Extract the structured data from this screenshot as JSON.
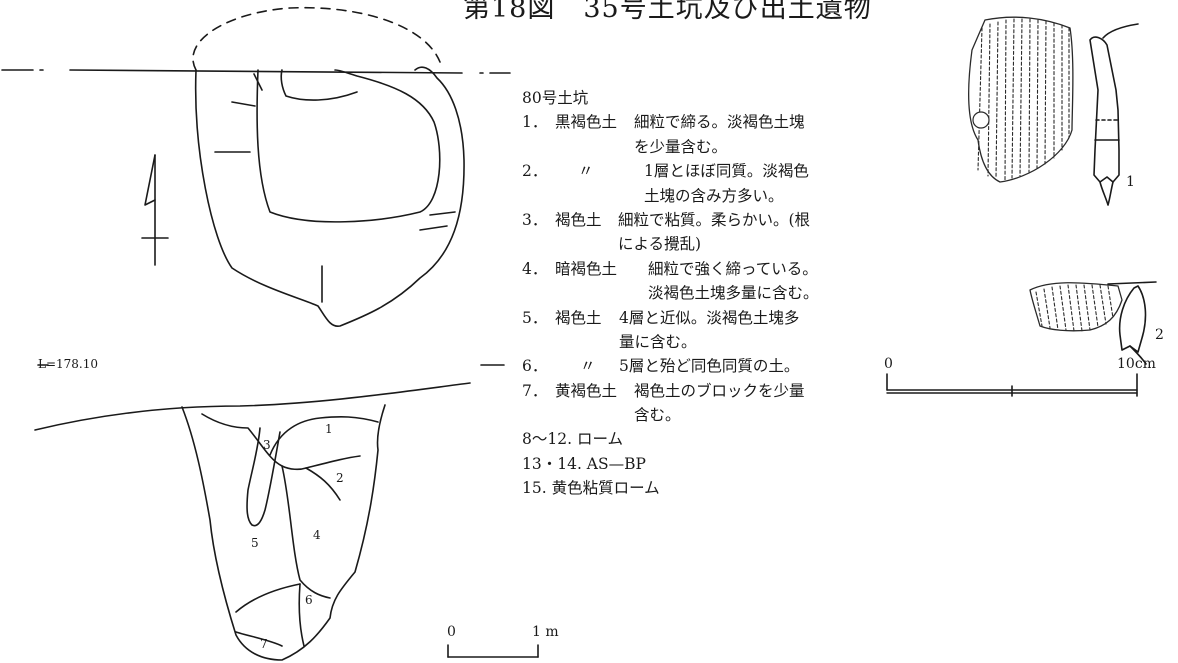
{
  "figure": {
    "title": "第18図　35号土坑及び出土遺物",
    "level_label": "L=178.10",
    "section_layer_labels": [
      "1",
      "2",
      "3",
      "4",
      "5",
      "6",
      "7"
    ],
    "legend": {
      "heading": "80号土坑",
      "entries": [
        {
          "no": "1．",
          "soil": "黒褐色土",
          "desc1": "細粒で締る。淡褐色土塊",
          "desc2": "を少量含む。"
        },
        {
          "no": "2．",
          "soil": "〃",
          "desc1": "1層とほぼ同質。淡褐色",
          "desc2": "土塊の含み方多い。"
        },
        {
          "no": "3．",
          "soil": "褐色土",
          "desc1": "細粒で粘質。柔らかい。(根",
          "desc2": "による攪乱)"
        },
        {
          "no": "4．",
          "soil": "暗褐色土",
          "desc1": "細粒で強く締っている。",
          "desc2": "淡褐色土塊多量に含む。"
        },
        {
          "no": "5．",
          "soil": "褐色土",
          "desc1": "4層と近似。淡褐色土塊多",
          "desc2": "量に含む。"
        },
        {
          "no": "6．",
          "soil": "〃",
          "desc1": "5層と殆ど同色同質の土。",
          "desc2": ""
        },
        {
          "no": "7．",
          "soil": "黄褐色土",
          "desc1": "褐色土のブロックを少量",
          "desc2": "含む。"
        }
      ],
      "extra": [
        "8～12. ローム",
        "13・14. AS—BP",
        "15. 黄色粘質ローム"
      ]
    },
    "feature_scale": {
      "start": "0",
      "end": "1 m"
    },
    "artifact_scale": {
      "start": "0",
      "end": "10cm"
    },
    "artifact_numbers": [
      "1",
      "2"
    ]
  }
}
